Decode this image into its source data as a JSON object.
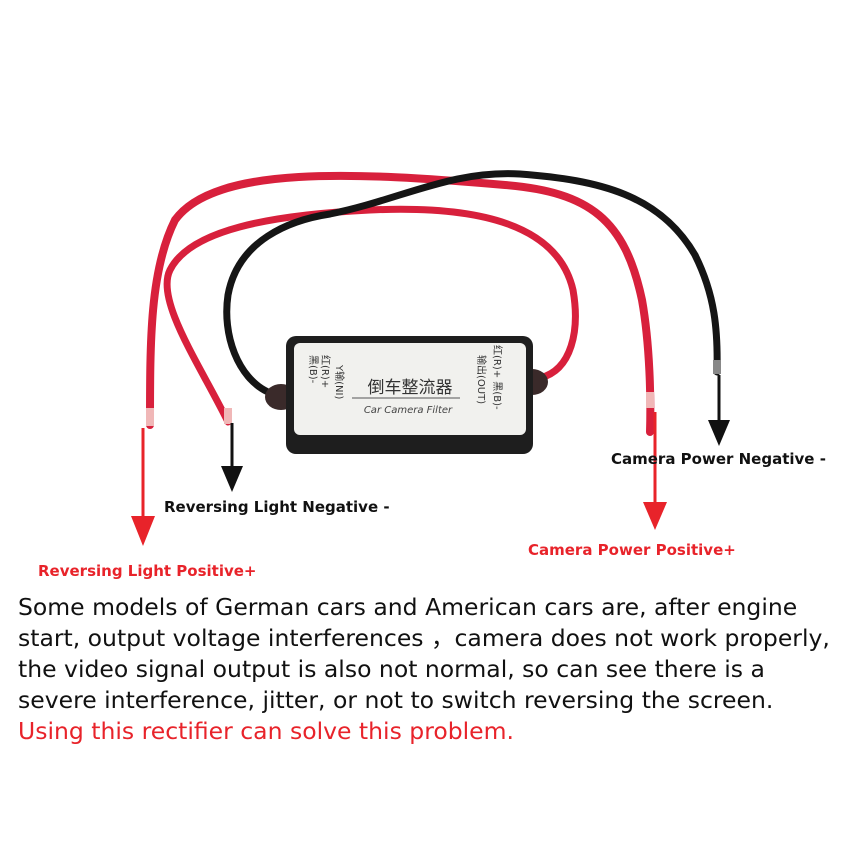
{
  "device": {
    "title_cn": "倒车整流器",
    "title_en": "Car Camera Filter",
    "left_label_1": "黑(B)-",
    "left_label_2": "红(R)+",
    "left_label_3": "Y输(NI)",
    "right_label_1": "输出(OUT)",
    "right_label_2": "红(R)+ 黑(B)-"
  },
  "labels": {
    "reversing_negative": "Reversing Light Negative -",
    "reversing_positive": "Reversing Light Positive+",
    "camera_negative": "Camera Power Negative -",
    "camera_positive": "Camera Power Positive+"
  },
  "description": {
    "main": "Some models of German cars and American cars are, after engine start, output voltage interferences ，camera does not work properly, the video signal output is also not normal, so can see there is a severe interference, jitter, or not to switch reversing the screen. ",
    "highlight": "Using this rectifier can solve this problem."
  },
  "colors": {
    "red_wire": "#d8203c",
    "black_wire": "#151515",
    "red_text": "#e8232a",
    "device_body": "#1e1e1e",
    "device_label": "#f1f1ee"
  }
}
